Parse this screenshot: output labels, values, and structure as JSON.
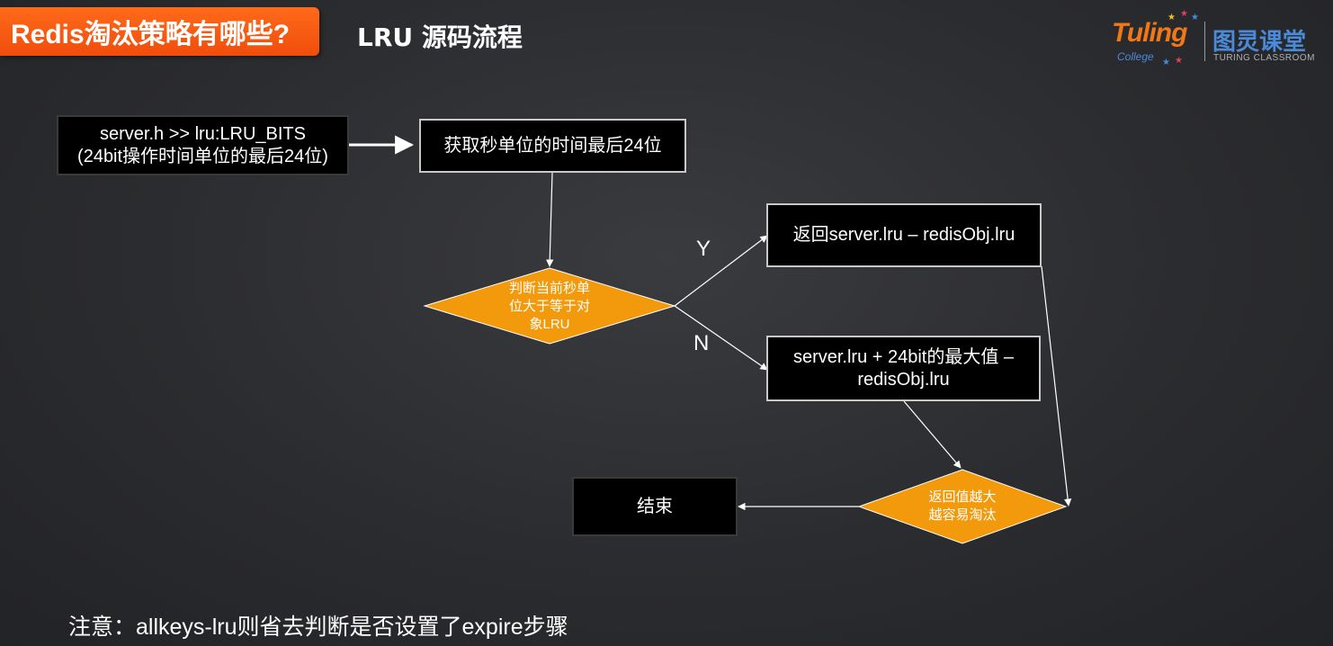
{
  "header": {
    "title": "Redis淘汰策略有哪些?",
    "subtitle": "LRU 源码流程"
  },
  "logo": {
    "brand": "Tuling",
    "college": "College",
    "cn_name": "图灵课堂",
    "en_name": "TURING CLASSROOM",
    "brand_color": "#f07818",
    "accent_color": "#4a8ad8"
  },
  "flow": {
    "start_line1": "server.h >> lru:LRU_BITS",
    "start_line2": "(24bit操作时间单位的最后24位)",
    "get_time": "获取秒单位的时间最后24位",
    "decision1_line1": "判断当前秒单",
    "decision1_line2": "位大于等于对",
    "decision1_line3": "象LRU",
    "yes_label": "Y",
    "no_label": "N",
    "yes_result": "返回server.lru – redisObj.lru",
    "no_result_line1": "server.lru + 24bit的最大值 –",
    "no_result_line2": "redisObj.lru",
    "decision2_line1": "返回值越大",
    "decision2_line2": "越容易淘汰",
    "end": "结束",
    "diamond_color": "#f39a0c"
  },
  "note": "注意：allkeys-lru则省去判断是否设置了expire步骤"
}
